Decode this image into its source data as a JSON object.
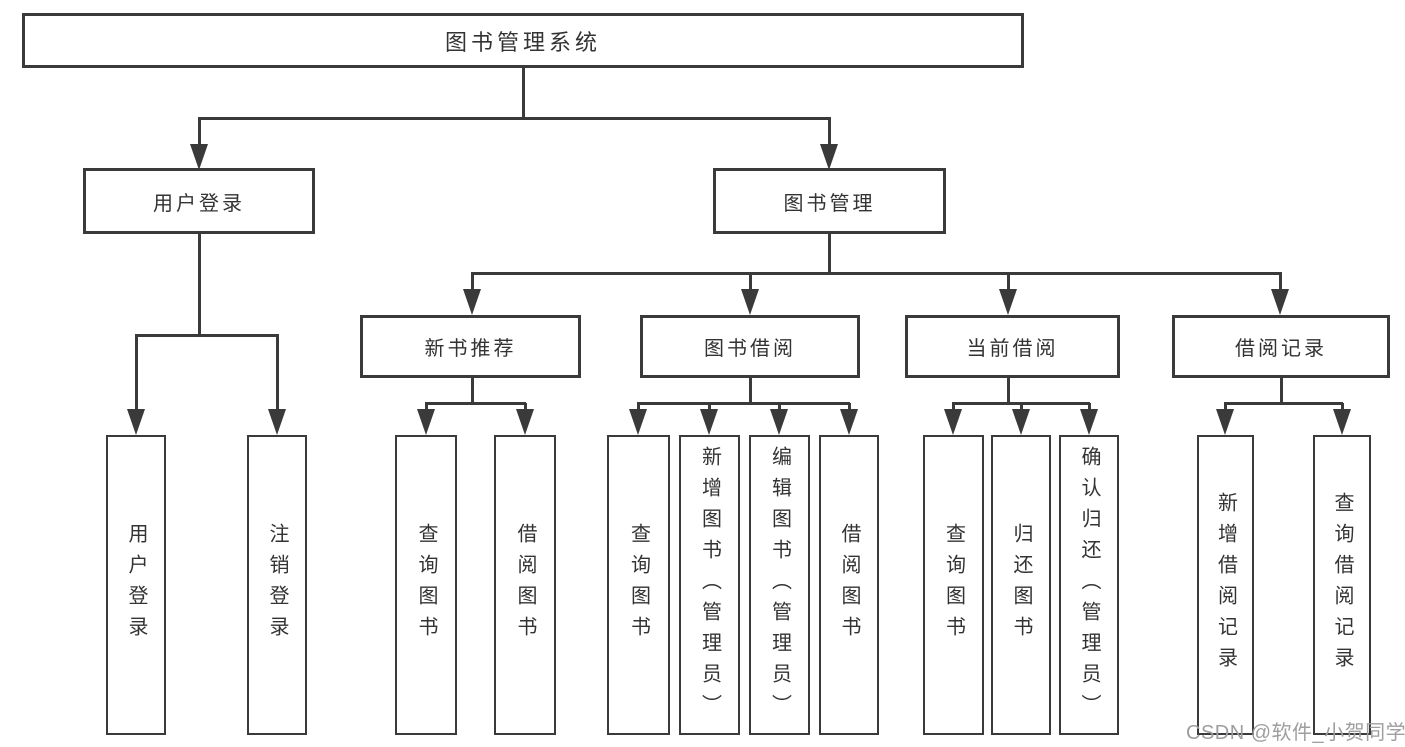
{
  "colors": {
    "line": "#3a3a3a",
    "text": "#333333",
    "watermark": "#9e9ea1",
    "background": "#ffffff"
  },
  "root": {
    "label": "图书管理系统"
  },
  "level1": [
    {
      "label": "用户登录"
    },
    {
      "label": "图书管理"
    }
  ],
  "level2": [
    {
      "label": "新书推荐"
    },
    {
      "label": "图书借阅"
    },
    {
      "label": "当前借阅"
    },
    {
      "label": "借阅记录"
    }
  ],
  "leaves": [
    {
      "label": "用户登录"
    },
    {
      "label": "注销登录"
    },
    {
      "label": "查询图书"
    },
    {
      "label": "借阅图书"
    },
    {
      "label": "查询图书"
    },
    {
      "label": "新增图书（管理员）"
    },
    {
      "label": "编辑图书（管理员）"
    },
    {
      "label": "借阅图书"
    },
    {
      "label": "查询图书"
    },
    {
      "label": "归还图书"
    },
    {
      "label": "确认归还（管理员）"
    },
    {
      "label": "新增借阅记录"
    },
    {
      "label": "查询借阅记录"
    }
  ],
  "watermark": {
    "text": "CSDN @软件_小贺同学"
  }
}
